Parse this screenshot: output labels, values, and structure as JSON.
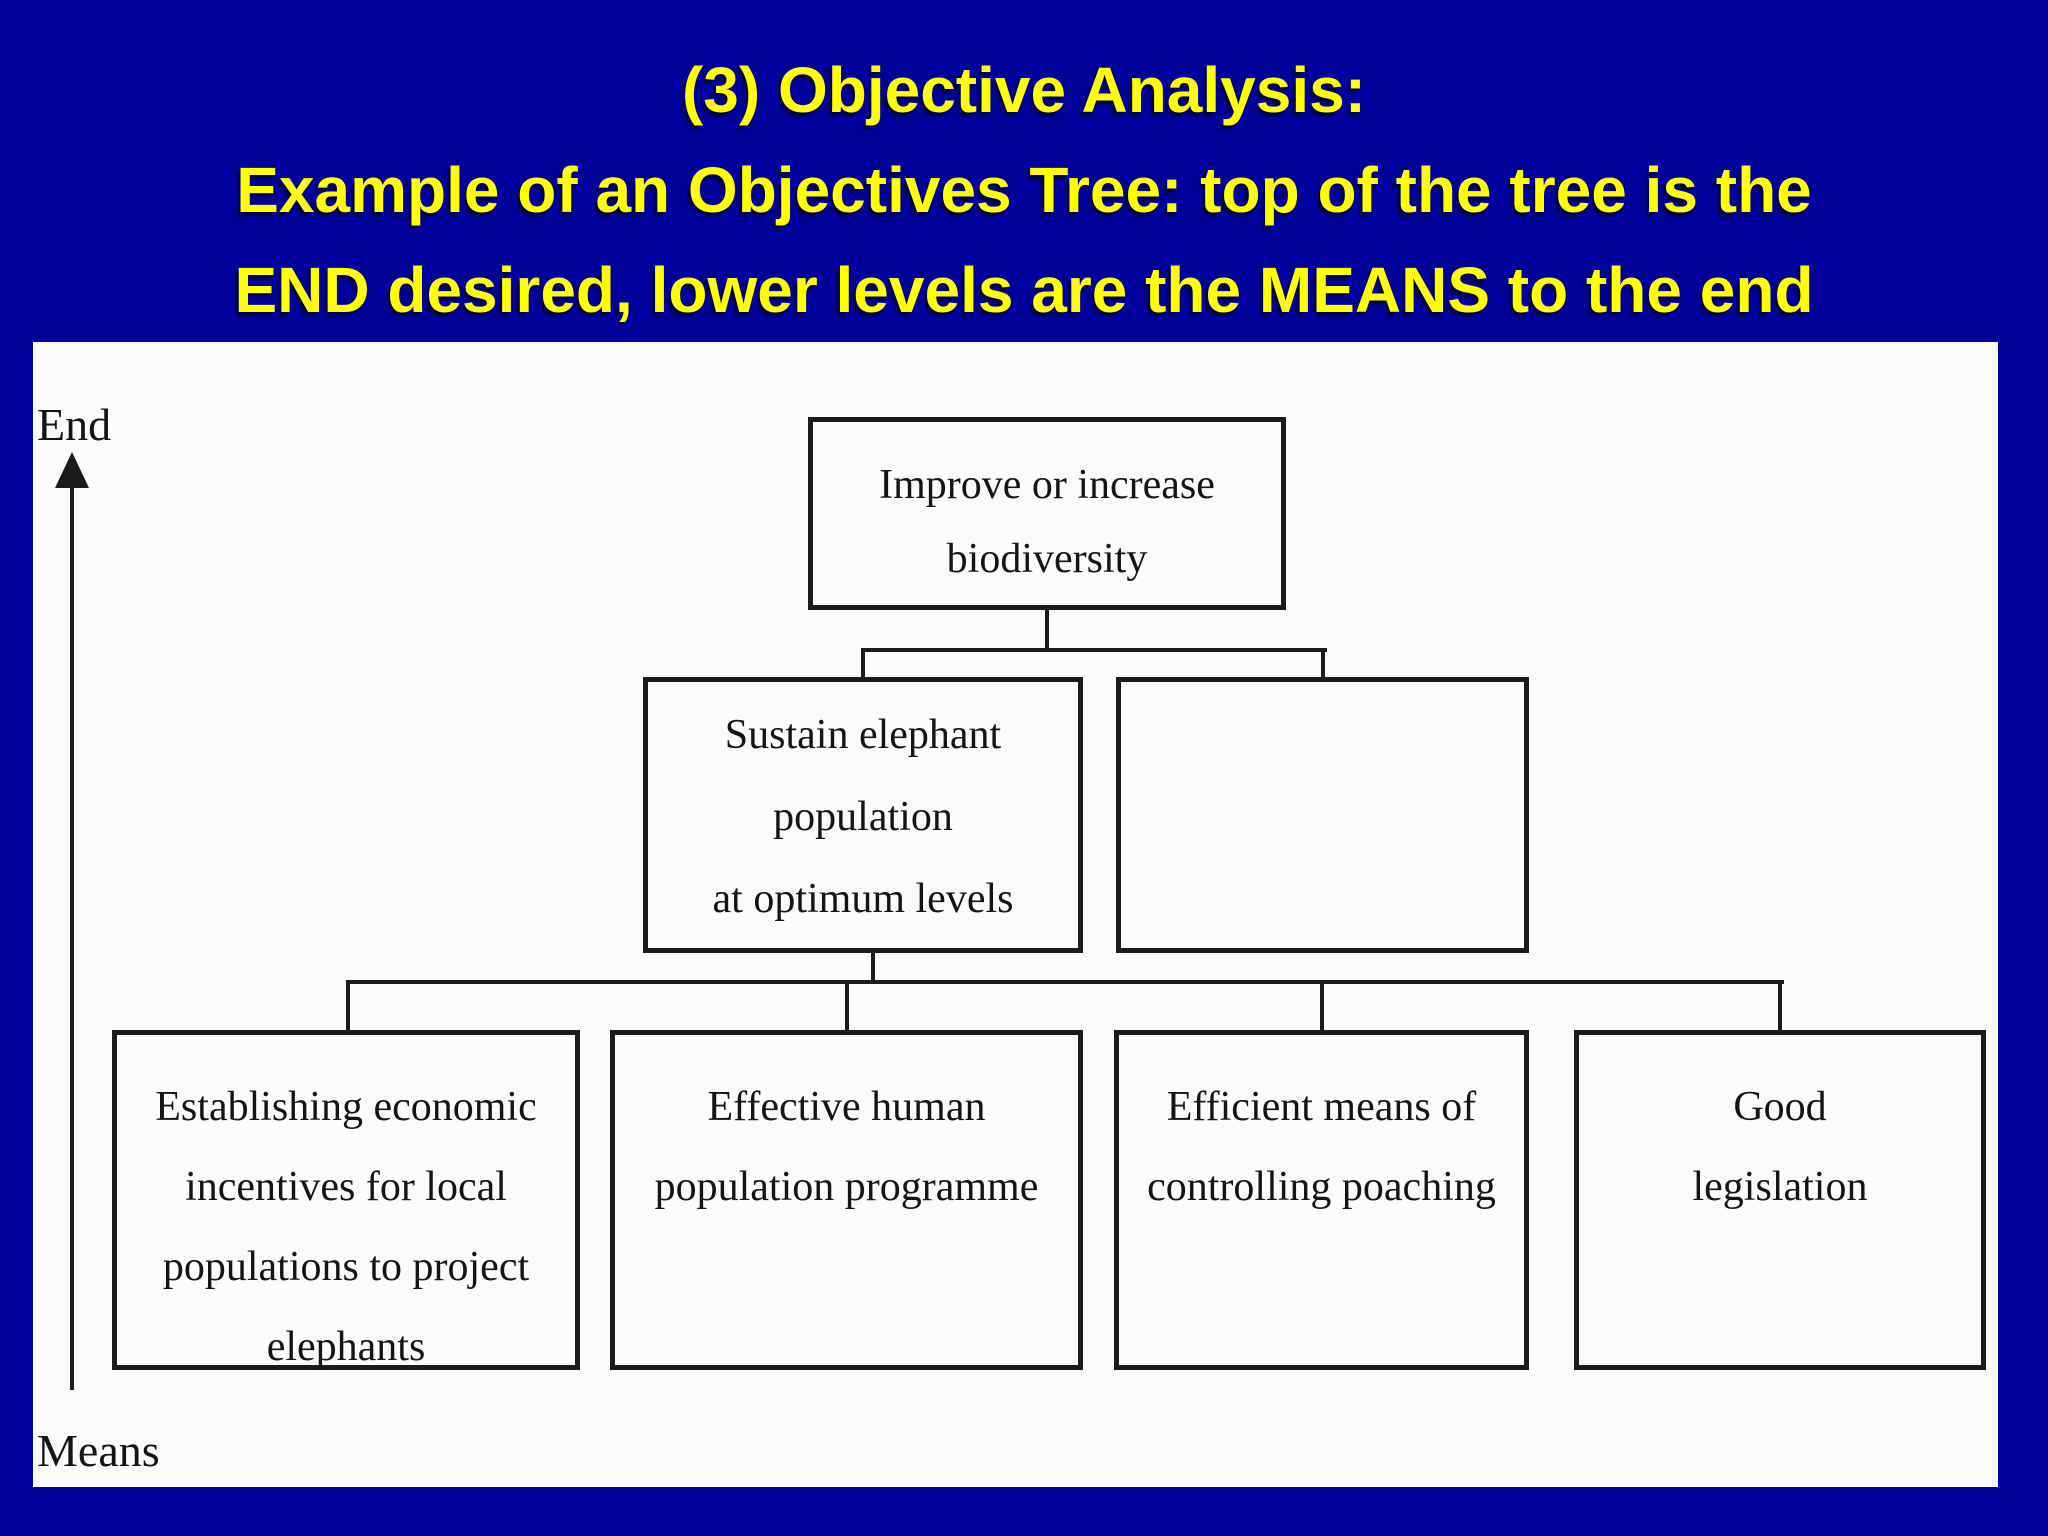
{
  "slide": {
    "title_lines": [
      "(3) Objective Analysis:",
      "Example of an Objectives Tree: top of the tree is the",
      "END desired, lower levels are the MEANS to the end"
    ],
    "colors": {
      "background": "#00019A",
      "title_text": "#FFFF00",
      "panel": "#FBFBFB",
      "diagram_ink": "#1B1B1B"
    }
  },
  "diagram": {
    "end_label": "End",
    "means_label": "Means",
    "tree": {
      "root": {
        "lines": [
          "Improve or increase",
          "biodiversity"
        ]
      },
      "level2": [
        {
          "name": "sustain-elephant-population",
          "lines": [
            "Sustain elephant",
            "population",
            "at optimum levels"
          ]
        },
        {
          "name": "blank",
          "lines": []
        }
      ],
      "level3": [
        {
          "name": "economic-incentives",
          "lines": [
            "Establishing economic",
            "incentives for local",
            "populations to project",
            "elephants"
          ]
        },
        {
          "name": "human-population-programme",
          "lines": [
            "Effective human",
            "population programme"
          ]
        },
        {
          "name": "poaching-control",
          "lines": [
            "Efficient means of",
            "controlling poaching"
          ]
        },
        {
          "name": "good-legislation",
          "lines": [
            "Good",
            "legislation"
          ]
        }
      ]
    }
  }
}
